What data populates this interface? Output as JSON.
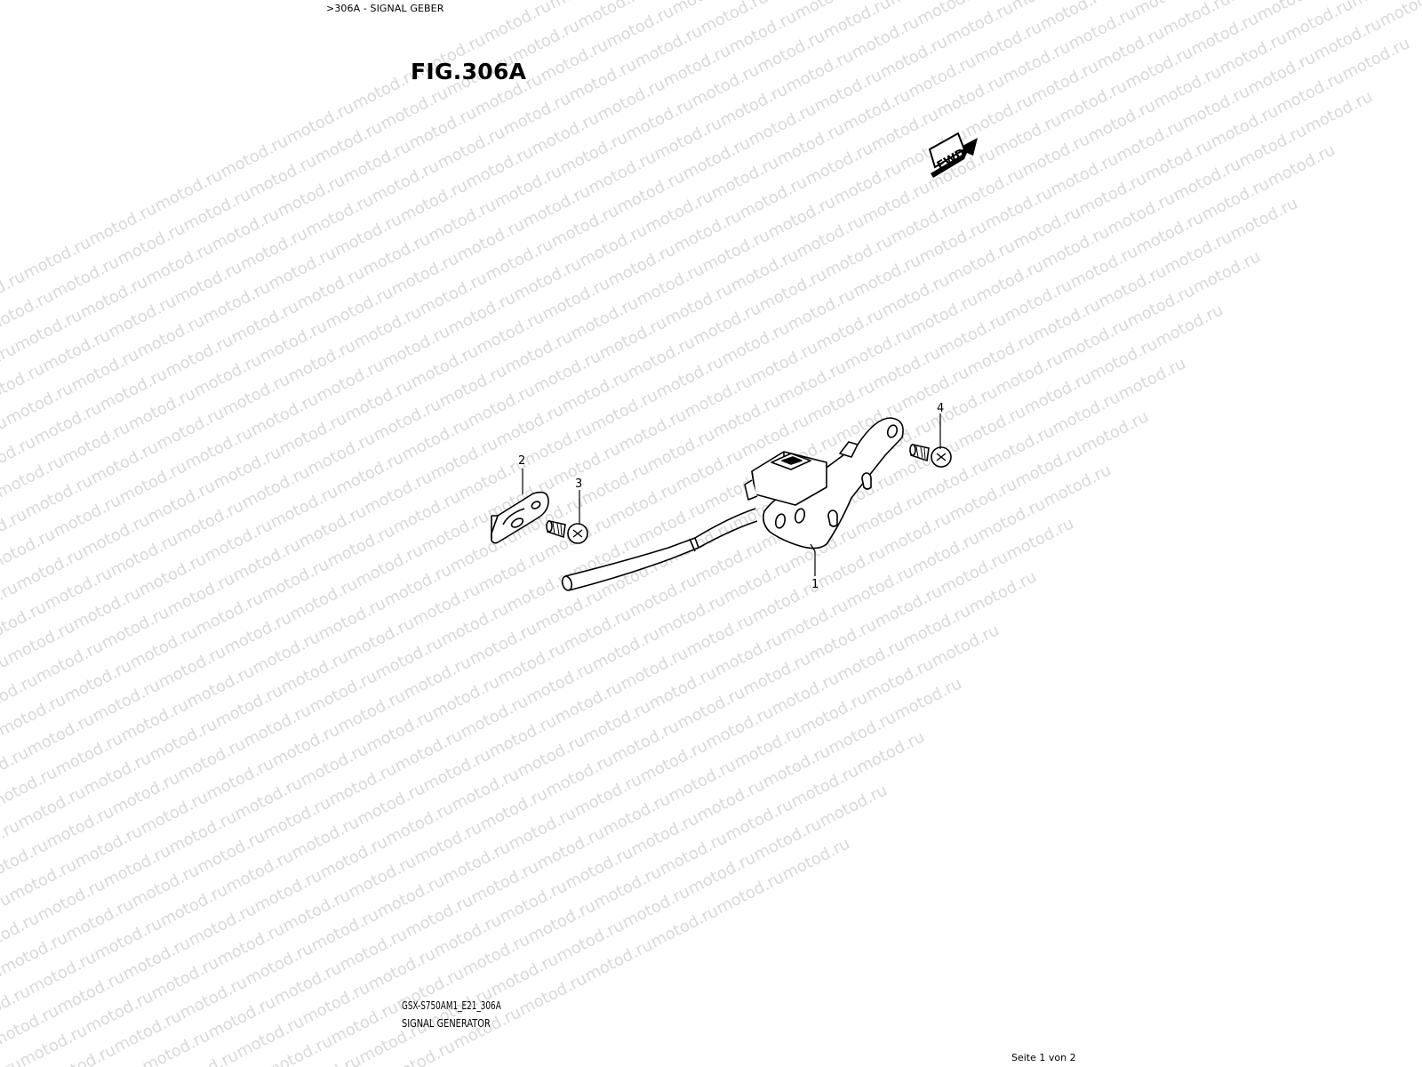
{
  "breadcrumb": ">306A - SIGNAL GEBER",
  "figure_title": "FIG.306A",
  "watermark_text": "motod.ru",
  "fwd_label": "FWD",
  "callouts": {
    "part_1": "1",
    "part_2": "2",
    "part_3": "3",
    "part_4": "4"
  },
  "footer": {
    "model_code": "GSX-S750AM1_E21_306A",
    "part_name": "SIGNAL GENERATOR",
    "page_info": "Seite 1 von 2"
  },
  "colors": {
    "watermark": "#d9d9d9",
    "line": "#000000",
    "background": "#ffffff"
  }
}
